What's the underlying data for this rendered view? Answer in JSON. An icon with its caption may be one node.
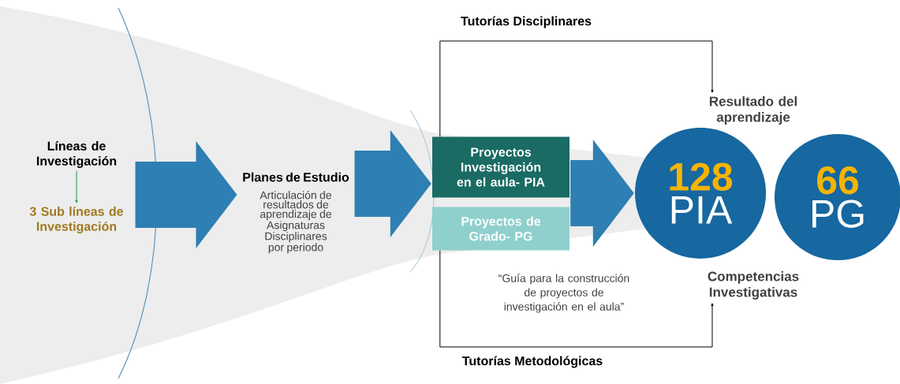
{
  "diagram": {
    "nodes": [
      {
        "text": [
          "Líneas de Investigación"
        ]
      },
      {
        "text": [
          "3 Sub líneas de Investigación"
        ]
      },
      {
        "text": [
          "Planes de Estudio",
          "Articulación de resultados de aprendizaje de Asignaturas Disciplinares por periodo"
        ]
      },
      {
        "text": [
          "Proyectos Investigación en el aula- PIA"
        ]
      },
      {
        "text": [
          "Proyectos de Grado- PG"
        ]
      },
      {
        "text": [
          "Resultado del aprendizaje"
        ]
      },
      {
        "text": [
          "128",
          "PIA"
        ]
      },
      {
        "text": [
          "66",
          "PG"
        ]
      },
      {
        "text": [
          "Competencias Investigativas"
        ]
      }
    ],
    "edges": [
      {
        "from": 0,
        "to": 1,
        "arrow": "to",
        "color": "#1a9a50"
      },
      {
        "from": 0,
        "to": 2,
        "arrow": "to",
        "style": "thick",
        "color": "#2e7fb3"
      },
      {
        "from": 2,
        "to": 3,
        "arrow": "to",
        "style": "thick",
        "color": "#2e7fb3"
      },
      {
        "from": 3,
        "to": 6,
        "arrow": "to",
        "style": "thick",
        "color": "#2e7fb3"
      },
      {
        "from": 3,
        "to": 5,
        "arrow": "to",
        "label": "Tutorías Disciplinares",
        "color": "#000000"
      },
      {
        "from": 4,
        "to": 8,
        "arrow": "to",
        "label": "Tutorías Metodológicas",
        "color": "#000000"
      }
    ],
    "labels": [
      "“Guía para la construcción de proyectos de investigación en el aula”"
    ]
  }
}
